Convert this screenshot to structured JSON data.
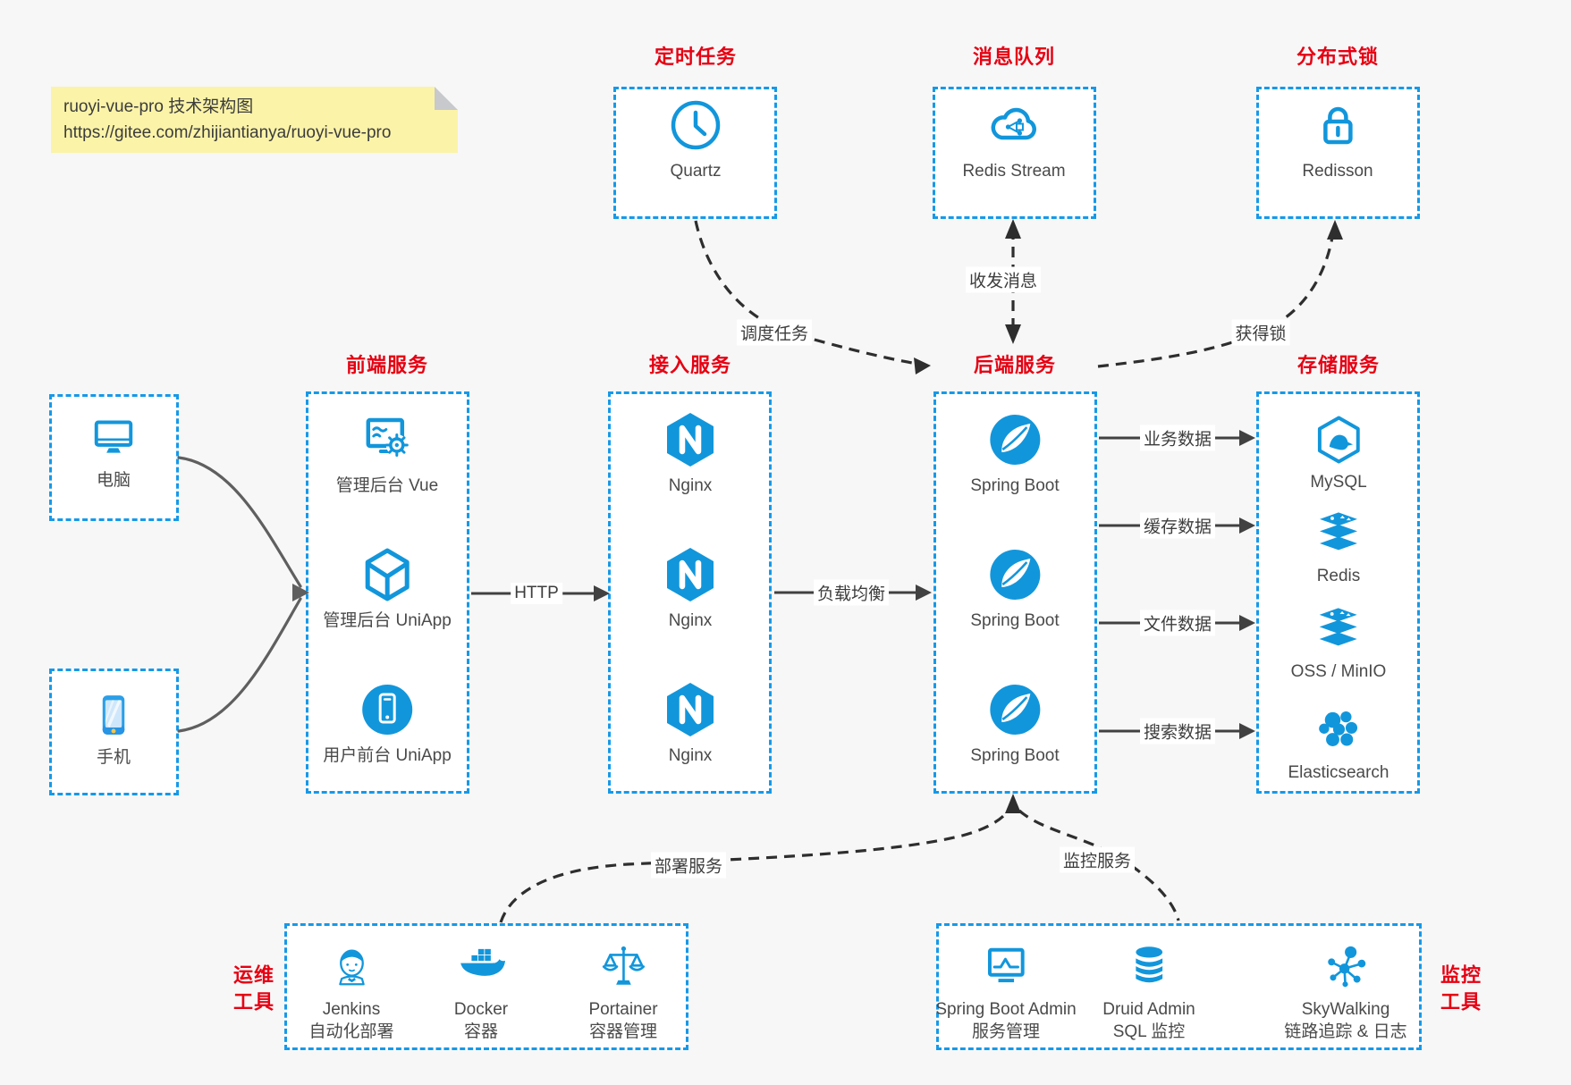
{
  "note": {
    "line1": "ruoyi-vue-pro 技术架构图",
    "line2": "https://gitee.com/zhijiantianya/ruoyi-vue-pro"
  },
  "colors": {
    "accent_blue": "#1699e8",
    "icon_blue": "#1296db",
    "title_red": "#e60012",
    "note_bg": "#fbf3a8"
  },
  "groups": {
    "scheduler": {
      "title": "定时任务",
      "item": {
        "label": "Quartz",
        "icon": "clock-icon"
      }
    },
    "mq": {
      "title": "消息队列",
      "item": {
        "label": "Redis Stream",
        "icon": "cloud-share-icon"
      }
    },
    "dlock": {
      "title": "分布式锁",
      "item": {
        "label": "Redisson",
        "icon": "lock-icon"
      }
    },
    "clients": {
      "pc": {
        "label": "电脑",
        "icon": "monitor-icon"
      },
      "mobile": {
        "label": "手机",
        "icon": "smartphone-icon"
      }
    },
    "frontend": {
      "title": "前端服务",
      "items": [
        {
          "label": "管理后台 Vue",
          "icon": "admin-vue-icon"
        },
        {
          "label": "管理后台 UniApp",
          "icon": "uniapp-cube-icon"
        },
        {
          "label": "用户前台 UniApp",
          "icon": "user-app-icon"
        }
      ]
    },
    "gateway": {
      "title": "接入服务",
      "items": [
        {
          "label": "Nginx",
          "icon": "nginx-icon"
        },
        {
          "label": "Nginx",
          "icon": "nginx-icon"
        },
        {
          "label": "Nginx",
          "icon": "nginx-icon"
        }
      ]
    },
    "backend": {
      "title": "后端服务",
      "items": [
        {
          "label": "Spring Boot",
          "icon": "spring-leaf-icon"
        },
        {
          "label": "Spring Boot",
          "icon": "spring-leaf-icon"
        },
        {
          "label": "Spring Boot",
          "icon": "spring-leaf-icon"
        }
      ]
    },
    "storage": {
      "title": "存储服务",
      "items": [
        {
          "label": "MySQL",
          "icon": "mysql-dolphin-icon"
        },
        {
          "label": "Redis",
          "icon": "redis-stack-icon"
        },
        {
          "label": "OSS / MinIO",
          "icon": "storage-stack-icon"
        },
        {
          "label": "Elasticsearch",
          "icon": "elasticsearch-icon"
        }
      ]
    },
    "devops": {
      "title_line1": "运维",
      "title_line2": "工具",
      "items": [
        {
          "label": "Jenkins",
          "sub": "自动化部署",
          "icon": "jenkins-icon"
        },
        {
          "label": "Docker",
          "sub": "容器",
          "icon": "docker-whale-icon"
        },
        {
          "label": "Portainer",
          "sub": "容器管理",
          "icon": "scales-icon"
        }
      ]
    },
    "monitoring": {
      "title_line1": "监控",
      "title_line2": "工具",
      "items": [
        {
          "label": "Spring Boot Admin",
          "sub": "服务管理",
          "icon": "chart-monitor-icon"
        },
        {
          "label": "Druid Admin",
          "sub": "SQL 监控",
          "icon": "database-icon"
        },
        {
          "label": "SkyWalking",
          "sub": "链路追踪 & 日志",
          "icon": "topology-icon"
        }
      ]
    }
  },
  "edges": {
    "http": "HTTP",
    "load_balance": "负载均衡",
    "schedule_task": "调度任务",
    "send_receive_message": "收发消息",
    "acquire_lock": "获得锁",
    "business_data": "业务数据",
    "cache_data": "缓存数据",
    "file_data": "文件数据",
    "search_data": "搜索数据",
    "deploy_service": "部署服务",
    "monitor_service": "监控服务"
  }
}
